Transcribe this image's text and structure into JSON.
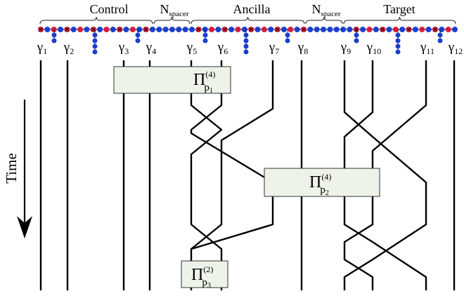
{
  "regions": [
    {
      "label": "Control",
      "sub": ""
    },
    {
      "label": "N",
      "sub": "spacer"
    },
    {
      "label": "Ancilla",
      "sub": ""
    },
    {
      "label": "N",
      "sub": "spacer"
    },
    {
      "label": "Target",
      "sub": ""
    }
  ],
  "gammas": [
    {
      "sym": "γ",
      "sub": "1"
    },
    {
      "sym": "γ",
      "sub": "2"
    },
    {
      "sym": "γ",
      "sub": "3"
    },
    {
      "sym": "γ",
      "sub": "4"
    },
    {
      "sym": "γ",
      "sub": "5"
    },
    {
      "sym": "γ",
      "sub": "6"
    },
    {
      "sym": "γ",
      "sub": "7"
    },
    {
      "sym": "γ",
      "sub": "8"
    },
    {
      "sym": "γ",
      "sub": "9"
    },
    {
      "sym": "γ",
      "sub": "10"
    },
    {
      "sym": "γ",
      "sub": "11"
    },
    {
      "sym": "γ",
      "sub": "12"
    }
  ],
  "operators": [
    {
      "sym": "Π",
      "sup": "(4)",
      "sub": "p",
      "subsub": "1"
    },
    {
      "sym": "Π",
      "sup": "(4)",
      "sub": "p",
      "subsub": "2"
    },
    {
      "sym": "Π",
      "sup": "(2)",
      "sub": "p",
      "subsub": "3"
    }
  ],
  "time_label": "Time",
  "colors": {
    "red_site": "#d81b3c",
    "blue_site": "#1a3fcf",
    "box_fill": "#eef3ea",
    "wire": "#000000"
  }
}
